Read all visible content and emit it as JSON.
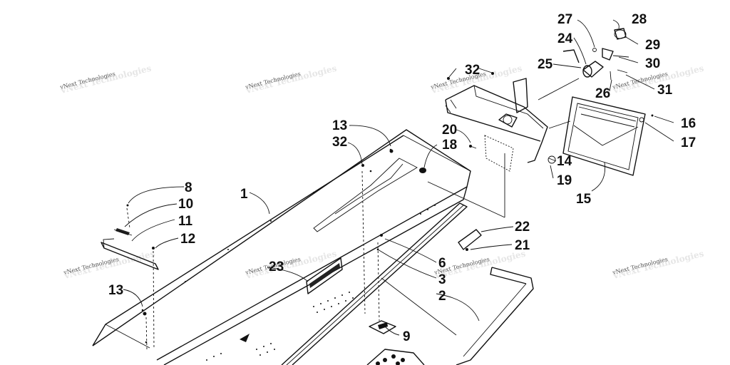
{
  "diagram": {
    "callouts": [
      "1",
      "2",
      "3",
      "6",
      "8",
      "9",
      "10",
      "11",
      "12",
      "13",
      "13",
      "14",
      "15",
      "16",
      "17",
      "18",
      "19",
      "20",
      "21",
      "22",
      "23",
      "24",
      "25",
      "26",
      "27",
      "28",
      "29",
      "30",
      "31",
      "32",
      "32"
    ],
    "watermark_text": "vNext Technologies"
  }
}
